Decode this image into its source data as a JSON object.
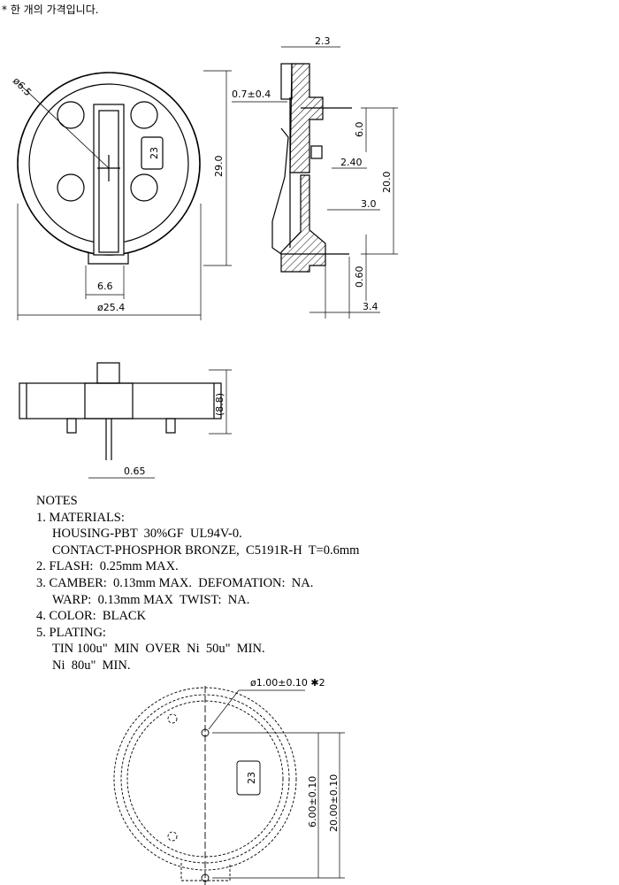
{
  "header_note": "* 한 개의 가격입니다.",
  "front_view": {
    "dia_hole": "ø6.5",
    "height": "29.0",
    "width_66": "6.6",
    "diameter": "ø25.4",
    "marking": "23"
  },
  "side_view": {
    "d_2_3": "2.3",
    "d_07": "0.7±0.4",
    "d_6_0": "6.0",
    "d_2_40": "2.40",
    "d_20_0": "20.0",
    "d_3_0": "3.0",
    "d_0_60": "0.60",
    "d_3_4": "3.4"
  },
  "bottom_view": {
    "d_8_8": "(8.8)",
    "d_0_65": "0.65"
  },
  "notes": {
    "title": "NOTES",
    "lines": [
      "1. MATERIALS:",
      "HOUSING-PBT  30%GF  UL94V-0.",
      "CONTACT-PHOSPHOR BRONZE,  C5191R-H  T=0.6mm",
      "2. FLASH:  0.25mm MAX.",
      "3. CAMBER:  0.13mm MAX.  DEFOMATION:  NA.",
      "WARP:  0.13mm MAX  TWIST:  NA.",
      "4. COLOR:  BLACK",
      "5. PLATING:",
      "TIN 100u\"  MIN  OVER  Ni  50u\"  MIN.",
      "Ni  80u\"  MIN."
    ]
  },
  "footprint": {
    "hole": "ø1.00±0.10  ✱2",
    "marking": "23",
    "d_6": "6.00±0.10",
    "d_20": "20.00±0.10"
  }
}
